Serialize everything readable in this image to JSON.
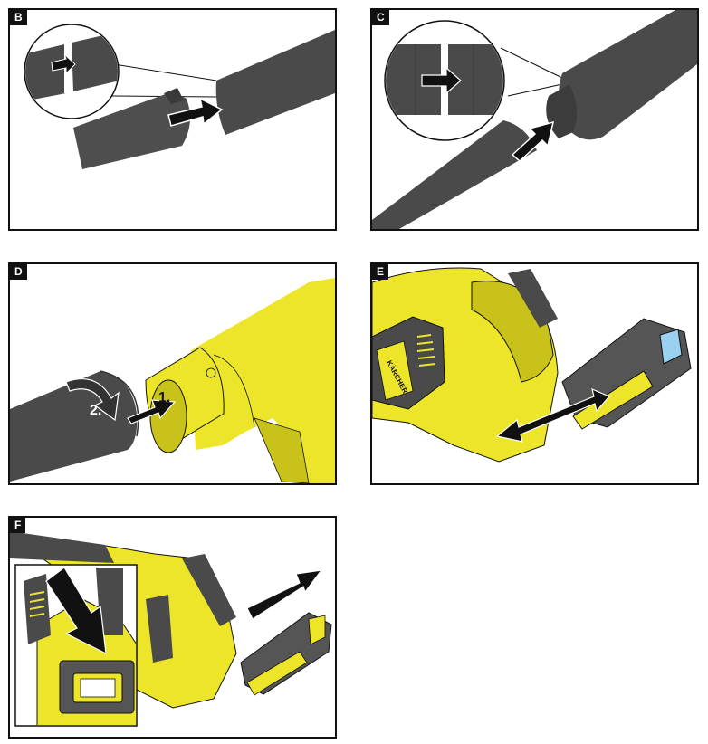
{
  "panels": [
    {
      "id": "B",
      "label": "B"
    },
    {
      "id": "C",
      "label": "C"
    },
    {
      "id": "D",
      "label": "D"
    },
    {
      "id": "E",
      "label": "E"
    },
    {
      "id": "F",
      "label": "F"
    }
  ],
  "annotations": {
    "step1": "1.",
    "step2": "2."
  },
  "brand": {
    "logo_text": "KÄRCHER"
  },
  "colors": {
    "tube": "#4a4a4a",
    "tube_dark": "#333333",
    "yellow": "#ece52a",
    "yellow_shade": "#c9c21a",
    "arrow": "#111111",
    "battery": "#555555"
  }
}
